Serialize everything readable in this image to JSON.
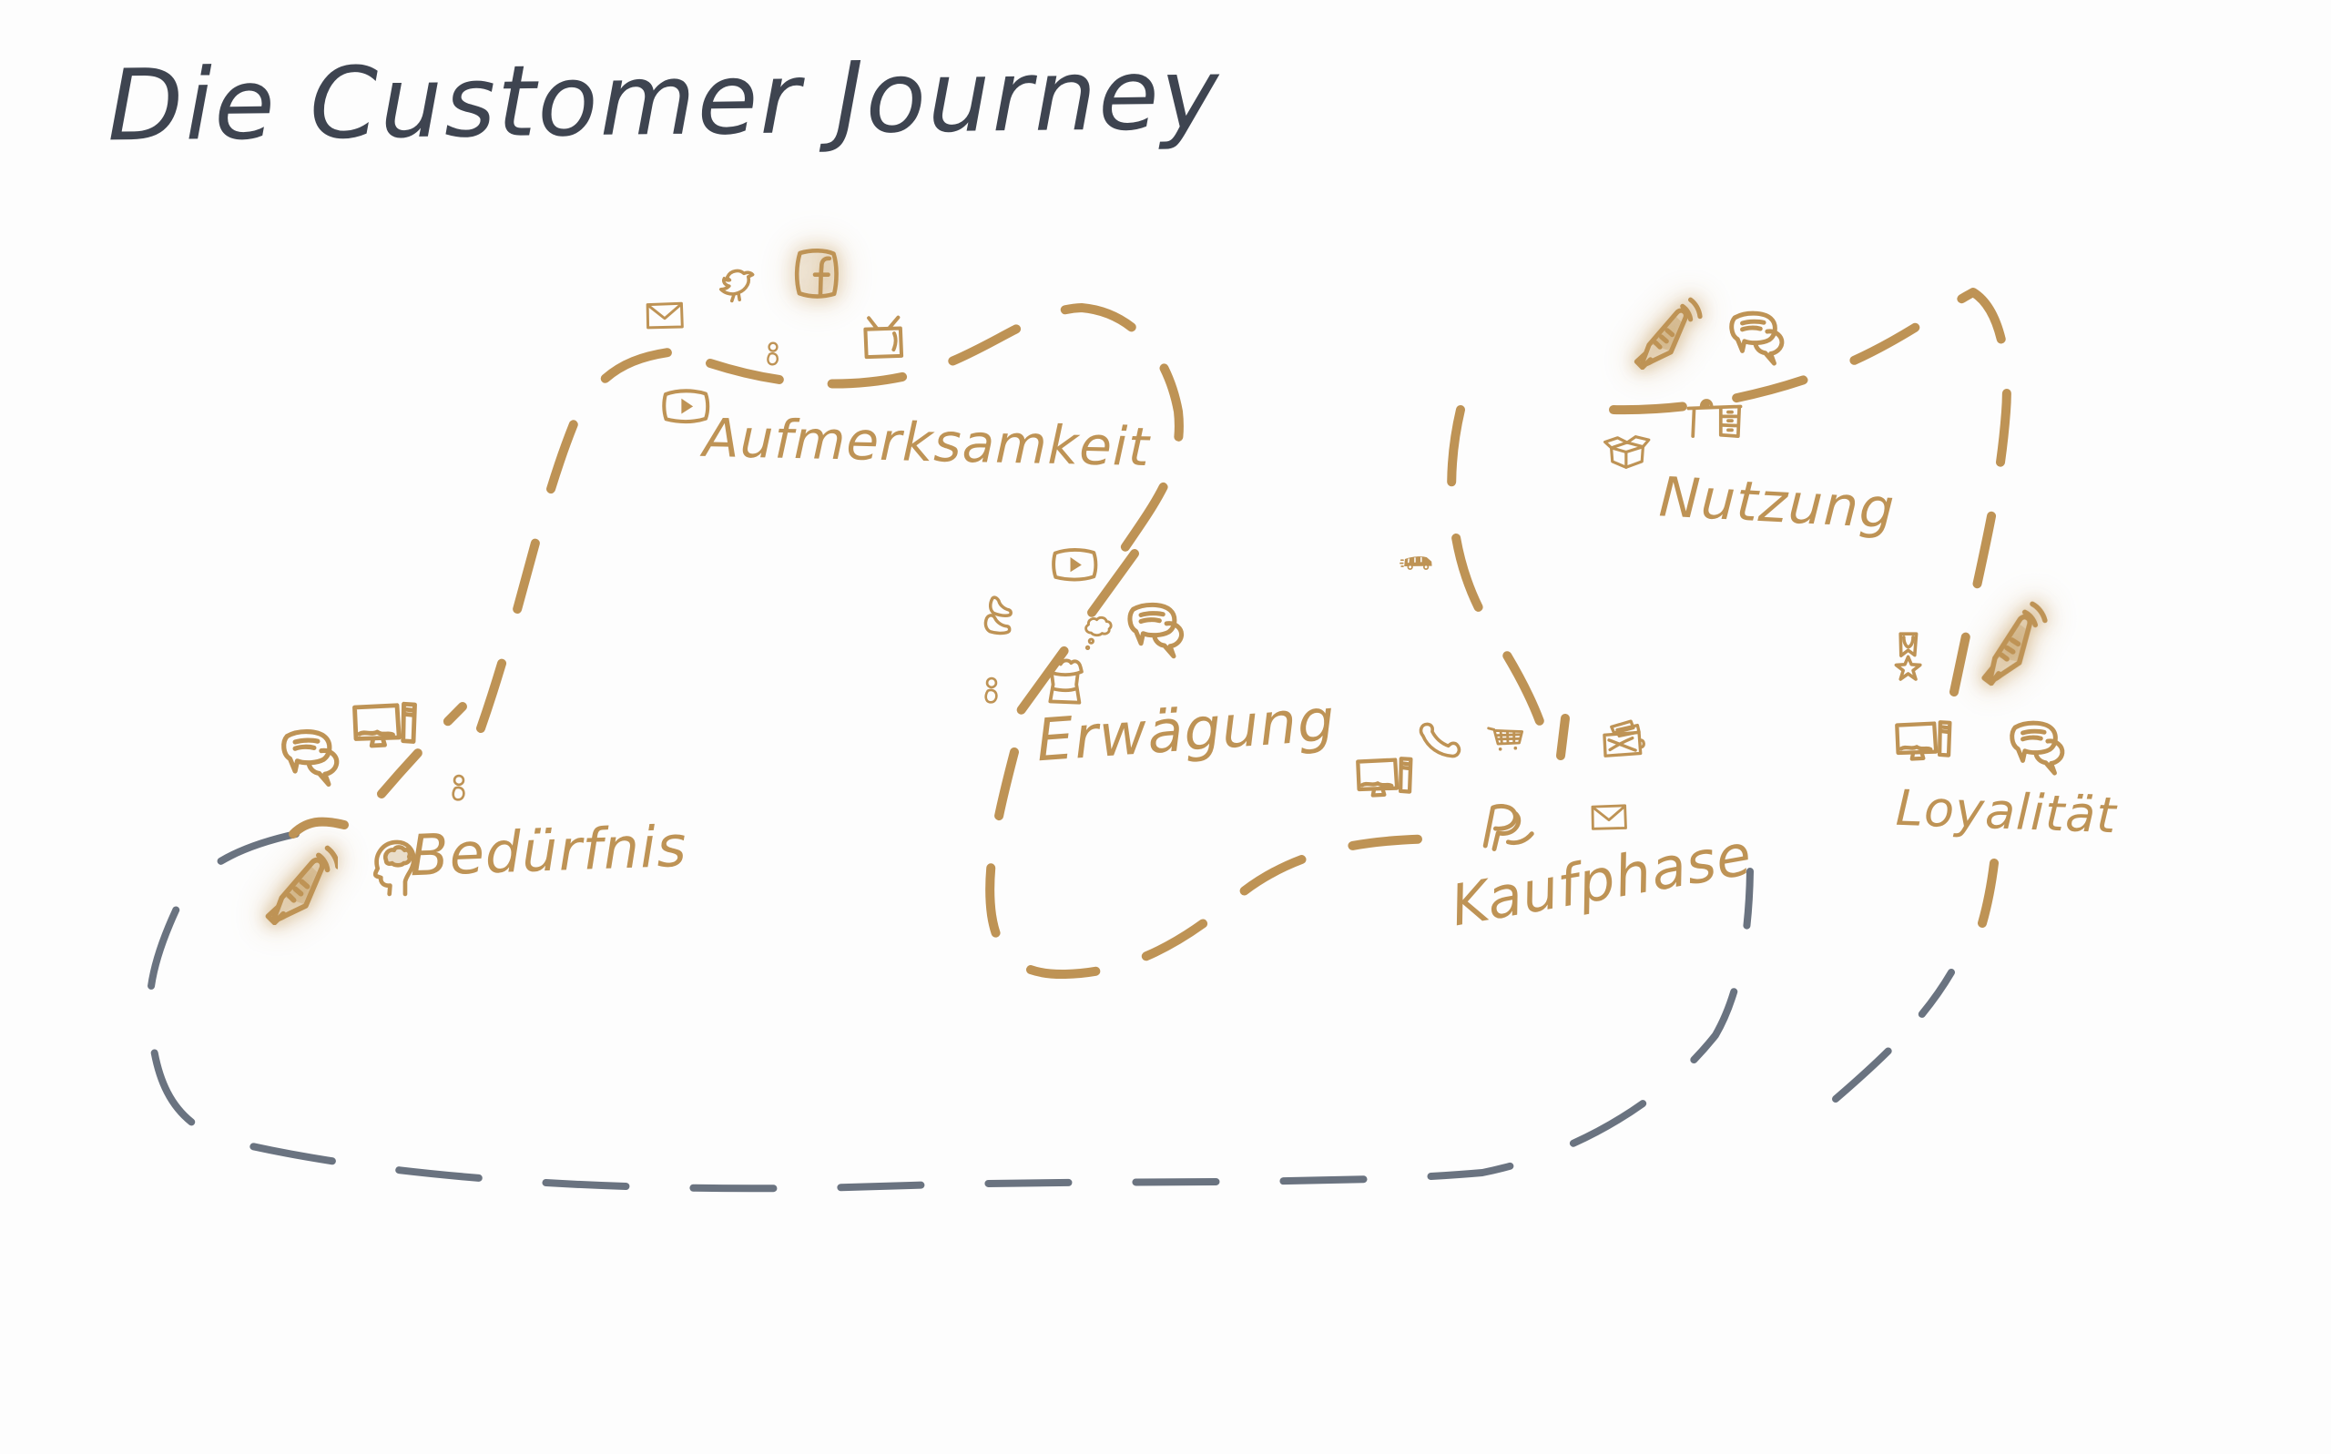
{
  "title": "Die Customer Journey",
  "colors": {
    "ink": "#3E4450",
    "tan": "#BE9355",
    "tan_soft": "rgba(190,148,87,.28)",
    "slate": "#6A7380"
  },
  "stages": [
    {
      "id": "beduerfnis",
      "label": "Bedürfnis",
      "icons": [
        "chat-bubbles-icon",
        "desktop-computer-icon",
        "person-icon",
        "megaphone-icon",
        "head-brain-icon"
      ]
    },
    {
      "id": "aufmerksamkeit",
      "label": "Aufmerksamkeit",
      "icons": [
        "envelope-icon",
        "twitter-bird-icon",
        "facebook-icon",
        "tv-icon",
        "person-icon",
        "video-player-icon"
      ]
    },
    {
      "id": "erwaegung",
      "label": "Erwägung",
      "icons": [
        "video-player-icon",
        "heels-icon",
        "thought-bubble-icon",
        "chat-bubbles-icon",
        "person-icon",
        "jam-jar-icon"
      ]
    },
    {
      "id": "kaufphase",
      "label": "Kaufphase",
      "icons": [
        "delivery-van-icon",
        "desktop-computer-icon",
        "phone-handset-icon",
        "shopping-cart-icon",
        "wallet-cards-icon",
        "paypal-icon",
        "envelope-icon"
      ]
    },
    {
      "id": "nutzung",
      "label": "Nutzung",
      "icons": [
        "megaphone-icon",
        "chat-bubbles-icon",
        "open-box-icon",
        "desk-icon"
      ]
    },
    {
      "id": "loyalitaet",
      "label": "Loyalität",
      "icons": [
        "award-star-icon",
        "megaphone-icon",
        "desktop-computer-icon",
        "chat-bubbles-icon"
      ]
    }
  ]
}
